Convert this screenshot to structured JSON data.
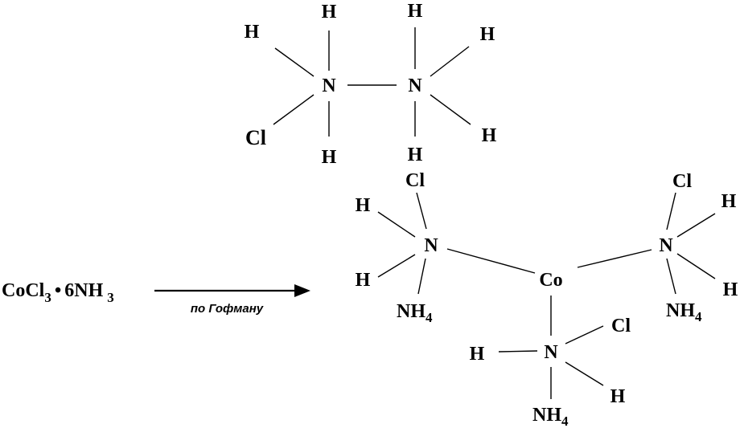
{
  "top": {
    "n1": "N",
    "n2": "N",
    "h_n1_top": "H",
    "h_n1_left": "H",
    "h_n1_bottom": "H",
    "cl_n1": "Cl",
    "h_n2_top": "H",
    "h_n2_right_top": "H",
    "h_n2_right_bottom": "H",
    "h_n2_bottom": "H"
  },
  "reaction": {
    "reactant_main": "CoCl",
    "reactant_sub": "3",
    "dot": "•",
    "ammonia": "6NH",
    "ammonia_sub": "3",
    "condition": "по Гофману"
  },
  "complex": {
    "co": "Co",
    "left": {
      "n": "N",
      "cl": "Cl",
      "h1": "H",
      "h2": "H",
      "nh": "NH",
      "sub": "4"
    },
    "right": {
      "n": "N",
      "cl": "Cl",
      "h1": "H",
      "h2": "H",
      "nh": "NH",
      "sub": "4"
    },
    "bottom": {
      "n": "N",
      "cl": "Cl",
      "h1": "H",
      "h2": "H",
      "nh": "NH",
      "sub": "4"
    }
  }
}
